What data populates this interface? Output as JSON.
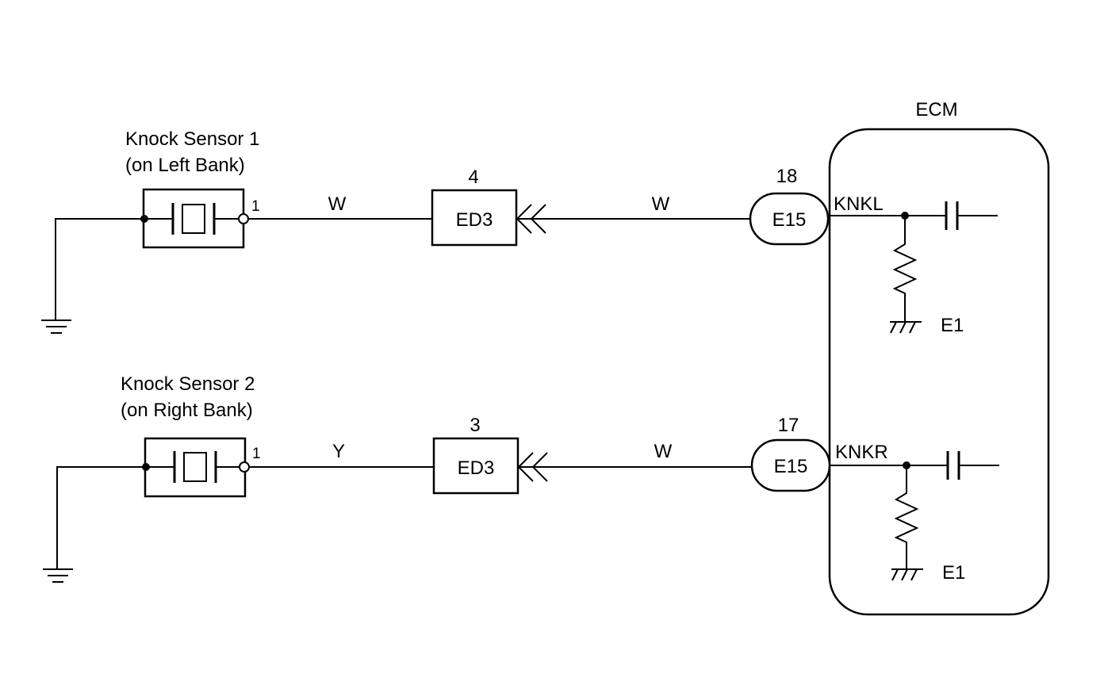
{
  "ecm": {
    "title": "ECM"
  },
  "sensor1": {
    "name": "Knock Sensor 1",
    "location": "(on Left Bank)",
    "pin": "1",
    "wire_color": "W"
  },
  "sensor2": {
    "name": "Knock Sensor 2",
    "location": "(on Right Bank)",
    "pin": "1",
    "wire_color": "Y"
  },
  "junction1": {
    "connector": "ED3",
    "pin": "4",
    "wire_color": "W"
  },
  "junction2": {
    "connector": "ED3",
    "pin": "3",
    "wire_color": "W"
  },
  "ecm_conn1": {
    "connector": "E15",
    "pin": "18",
    "terminal": "KNKL",
    "ground": "E1"
  },
  "ecm_conn2": {
    "connector": "E15",
    "pin": "17",
    "terminal": "KNKR",
    "ground": "E1"
  },
  "colors": {
    "line": "#000000",
    "background": "#ffffff"
  }
}
